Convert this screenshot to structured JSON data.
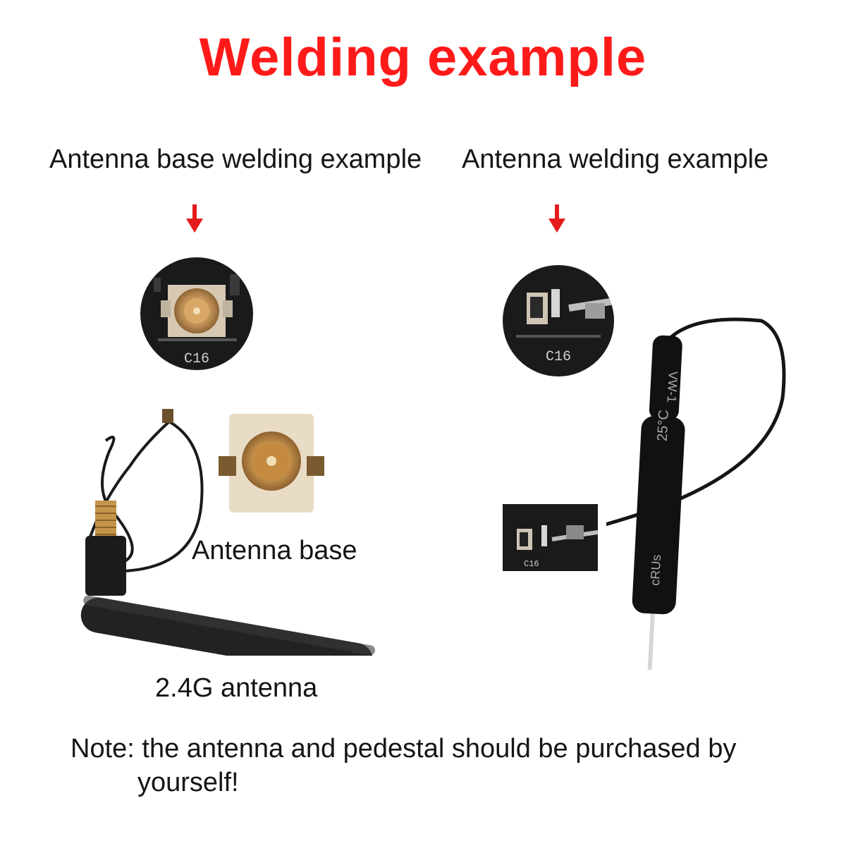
{
  "title": "Welding example",
  "colors": {
    "title": "#ff1a1a",
    "arrow": "#e31b1b",
    "pcb": "#1a1a1a",
    "gold": "#c9a24e",
    "cable": "#111111"
  },
  "left_section": {
    "heading": "Antenna base welding example",
    "arrow_icon": "arrow-down-icon",
    "closeup_label": "C16",
    "antenna_base_caption": "Antenna base",
    "antenna_caption": "2.4G antenna"
  },
  "right_section": {
    "heading": "Antenna welding example",
    "arrow_icon": "arrow-down-icon",
    "closeup_label": "C16",
    "antenna_print_top": "VW-1",
    "antenna_print_mid": "25°C",
    "antenna_print_low": "cRUs"
  },
  "note": {
    "line1": "Note: the antenna and pedestal should be purchased by",
    "line2": "yourself!"
  }
}
